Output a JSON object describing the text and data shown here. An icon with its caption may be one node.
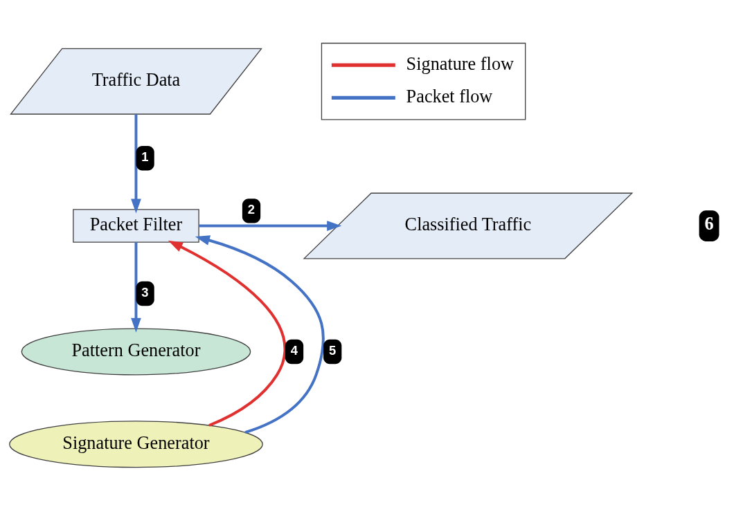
{
  "diagram": {
    "nodes": [
      {
        "text": [
          "Traffic Data"
        ]
      },
      {
        "text": [
          "Packet Filter"
        ]
      },
      {
        "text": [
          "Classified Traffic"
        ]
      },
      {
        "text": [
          "Pattern Generator"
        ]
      },
      {
        "text": [
          "Signature Generator"
        ]
      }
    ],
    "edges": [
      {
        "from": 0,
        "to": 1,
        "arrow": "to",
        "label": "1"
      },
      {
        "from": 1,
        "to": 2,
        "arrow": "to",
        "label": "2"
      },
      {
        "from": 1,
        "to": 3,
        "arrow": "to",
        "label": "3"
      },
      {
        "from": 4,
        "to": 1,
        "arrow": "to",
        "label": "4",
        "color": "#e03030"
      },
      {
        "from": 4,
        "to": 1,
        "arrow": "to",
        "label": "5"
      }
    ],
    "labels": [
      "6"
    ],
    "legend": [
      {
        "text": "Signature flow",
        "color": "#e03030"
      },
      {
        "text": "Packet flow",
        "color": "#4472c4"
      }
    ]
  }
}
